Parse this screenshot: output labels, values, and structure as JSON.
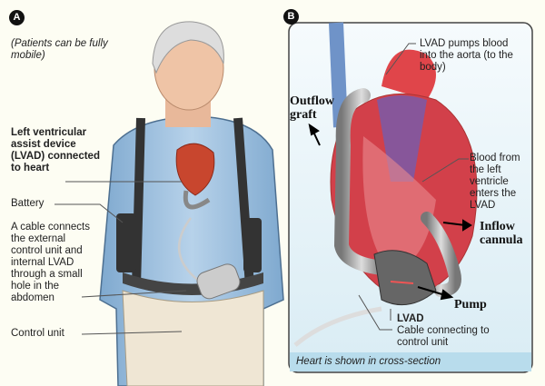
{
  "panel_a": {
    "badge": "A",
    "subtitle": "(Patients can be fully mobile)",
    "labels": {
      "lvad_connected": "Left ventricular assist device (LVAD) connected to heart",
      "battery": "Battery",
      "cable": "A cable connects the external control unit and internal LVAD through a small hole in the abdomen",
      "control_unit": "Control unit"
    }
  },
  "panel_b": {
    "badge": "B",
    "labels": {
      "pumps_blood": "LVAD pumps blood into the aorta (to the body)",
      "outflow_graft": "Outflow graft",
      "blood_from": "Blood from the left ventricle enters the LVAD",
      "inflow_cannula": "Inflow cannula",
      "pump": "Pump",
      "lvad": "LVAD",
      "cable_connecting": "Cable connecting to control unit"
    },
    "caption": "Heart is shown in cross-section"
  }
}
